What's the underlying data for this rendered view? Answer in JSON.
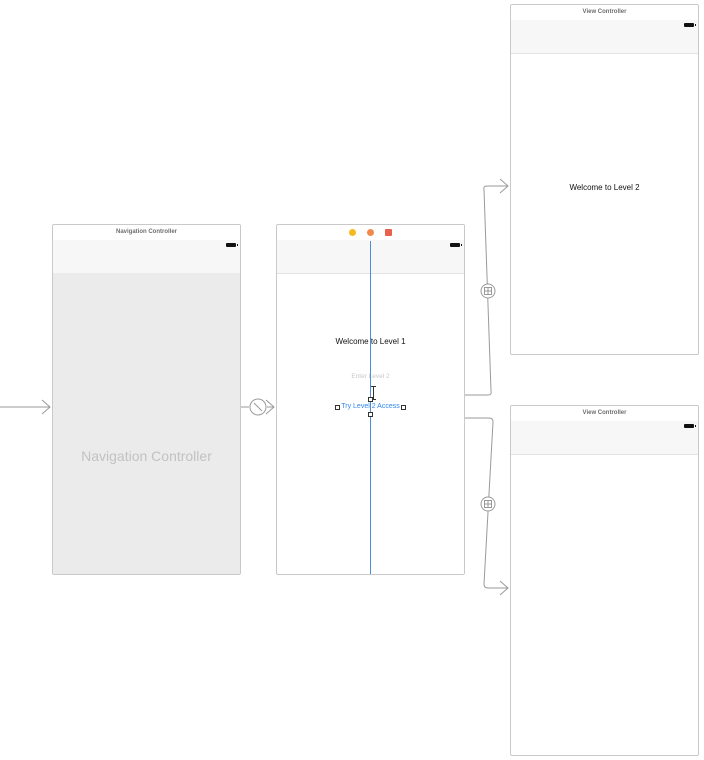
{
  "canvas": {
    "background": "#ffffff",
    "segue_color": "#9a9a9a",
    "selection_color": "#2f87f0"
  },
  "navigation_controller": {
    "title": "Navigation Controller",
    "placeholder_label": "Navigation Controller",
    "content_background": "#ebebeb",
    "icon": "battery-icon"
  },
  "level1": {
    "dock_icons": [
      "view-controller-icon",
      "first-responder-icon",
      "exit-icon"
    ],
    "welcome_label": "Welcome to Level 1",
    "textfield_placeholder": "Enter Level 2",
    "button_label": "Try Level 2 Access"
  },
  "level2": {
    "title": "View Controller",
    "welcome_label": "Welcome to Level 2"
  },
  "empty_vc": {
    "title": "View Controller"
  },
  "segues": [
    {
      "from": "entry-point",
      "to": "navigation-controller",
      "kind": "entry"
    },
    {
      "from": "navigation-controller",
      "to": "level1",
      "kind": "root-relationship",
      "icon": "relationship-icon"
    },
    {
      "from": "level1",
      "to": "level2",
      "kind": "show",
      "icon": "show-segue-icon"
    },
    {
      "from": "level1",
      "to": "empty-vc",
      "kind": "show",
      "icon": "show-segue-icon"
    }
  ]
}
